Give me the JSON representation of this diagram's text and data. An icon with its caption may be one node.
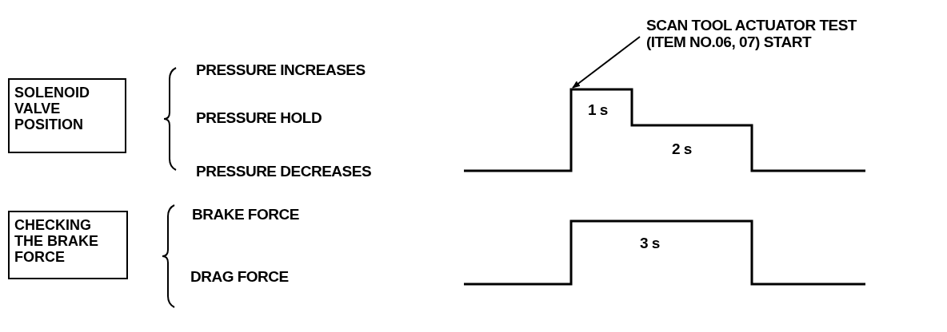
{
  "diagram": {
    "nodes": [
      {
        "text": [
          "SOLENOID VALVE POSITION"
        ]
      },
      {
        "text": [
          "CHECKING THE BRAKE FORCE"
        ]
      },
      {
        "text": [
          "SCAN TOOL ACTUATOR TEST (ITEM NO.06, 07) START"
        ]
      },
      {
        "text": [],
        "shape": "waveform"
      }
    ],
    "edges": [
      {
        "from": 2,
        "to": 3,
        "arrow": "to"
      }
    ],
    "labels": [
      "PRESSURE INCREASES",
      "PRESSURE HOLD",
      "1 s",
      "2 s",
      "PRESSURE DECREASES",
      "BRAKE FORCE",
      "3 s",
      "DRAG FORCE"
    ]
  }
}
